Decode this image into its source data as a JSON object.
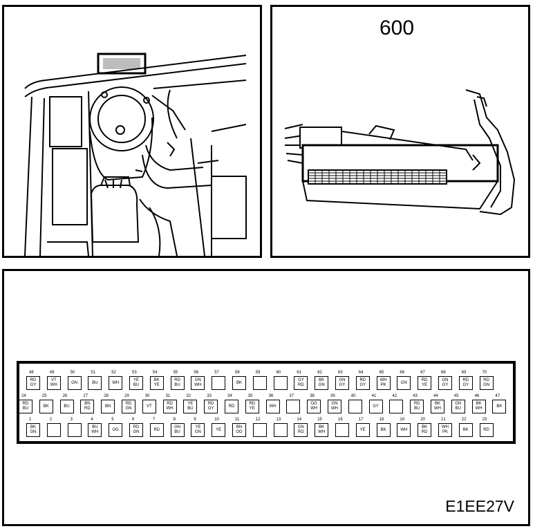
{
  "ecu_label": "600",
  "figure_code": "E1EE27V",
  "connector": {
    "rows": [
      [
        {
          "n": "48",
          "c": "RD\nGY"
        },
        {
          "n": "49",
          "c": "VT\nWH"
        },
        {
          "n": "50",
          "c": "GN"
        },
        {
          "n": "51",
          "c": "BU"
        },
        {
          "n": "52",
          "c": "WH"
        },
        {
          "n": "53",
          "c": "YE\nBU"
        },
        {
          "n": "54",
          "c": "BK\nYE"
        },
        {
          "n": "55",
          "c": "RD\nBU"
        },
        {
          "n": "56",
          "c": "GN\nWH"
        },
        {
          "n": "57",
          "c": ""
        },
        {
          "n": "58",
          "c": "BK"
        },
        {
          "n": "59",
          "c": ""
        },
        {
          "n": "60",
          "c": ""
        },
        {
          "n": "61",
          "c": "GY\nRD"
        },
        {
          "n": "62",
          "c": "BK\nGN"
        },
        {
          "n": "63",
          "c": "GN\nGY"
        },
        {
          "n": "64",
          "c": "RD\nGY"
        },
        {
          "n": "65",
          "c": "WH\nPK"
        },
        {
          "n": "66",
          "c": "GN"
        },
        {
          "n": "67",
          "c": "RD\nYE"
        },
        {
          "n": "68",
          "c": "GN\nGY"
        },
        {
          "n": "69",
          "c": "RD\nGY"
        },
        {
          "n": "70",
          "c": "RD\nGN"
        }
      ],
      [
        {
          "n": "24",
          "c": "RD\nBU"
        },
        {
          "n": "25",
          "c": "BK"
        },
        {
          "n": "26",
          "c": "BU"
        },
        {
          "n": "27",
          "c": "BN\nRD"
        },
        {
          "n": "28",
          "c": "BN"
        },
        {
          "n": "29",
          "c": "RD\nGN"
        },
        {
          "n": "30",
          "c": "VT"
        },
        {
          "n": "31",
          "c": "RD\nWH"
        },
        {
          "n": "32",
          "c": "YE\nBU"
        },
        {
          "n": "33",
          "c": "RD\nGY"
        },
        {
          "n": "34",
          "c": "RD"
        },
        {
          "n": "35",
          "c": "RD\nYE"
        },
        {
          "n": "36",
          "c": "WH"
        },
        {
          "n": "37",
          "c": ""
        },
        {
          "n": "38",
          "c": "OG\nWH"
        },
        {
          "n": "39",
          "c": "GN\nWH"
        },
        {
          "n": "40",
          "c": ""
        },
        {
          "n": "41",
          "c": "GY"
        },
        {
          "n": "42",
          "c": ""
        },
        {
          "n": "43",
          "c": "RD\nBU"
        },
        {
          "n": "44",
          "c": "BK\nWH"
        },
        {
          "n": "45",
          "c": "GN\nBU"
        },
        {
          "n": "46",
          "c": "BK\nWH"
        },
        {
          "n": "47",
          "c": "BK"
        }
      ],
      [
        {
          "n": "1",
          "c": "BK\nGN"
        },
        {
          "n": "2",
          "c": ""
        },
        {
          "n": "3",
          "c": ""
        },
        {
          "n": "4",
          "c": "BU\nWH"
        },
        {
          "n": "5",
          "c": "OG"
        },
        {
          "n": "6",
          "c": "RD\nGN"
        },
        {
          "n": "7",
          "c": "RD"
        },
        {
          "n": "8",
          "c": "GN\nBU"
        },
        {
          "n": "9",
          "c": "YE\nGN"
        },
        {
          "n": "10",
          "c": "YE"
        },
        {
          "n": "11",
          "c": "BN\nOG"
        },
        {
          "n": "12",
          "c": ""
        },
        {
          "n": "13",
          "c": ""
        },
        {
          "n": "14",
          "c": "GN\nRD"
        },
        {
          "n": "15",
          "c": "BK\nWH"
        },
        {
          "n": "16",
          "c": ""
        },
        {
          "n": "17",
          "c": "YE"
        },
        {
          "n": "18",
          "c": "BK"
        },
        {
          "n": "19",
          "c": "WH"
        },
        {
          "n": "20",
          "c": "BK\nRD"
        },
        {
          "n": "21",
          "c": "WH\nPK"
        },
        {
          "n": "22",
          "c": "BK"
        },
        {
          "n": "23",
          "c": "RD"
        }
      ]
    ]
  }
}
